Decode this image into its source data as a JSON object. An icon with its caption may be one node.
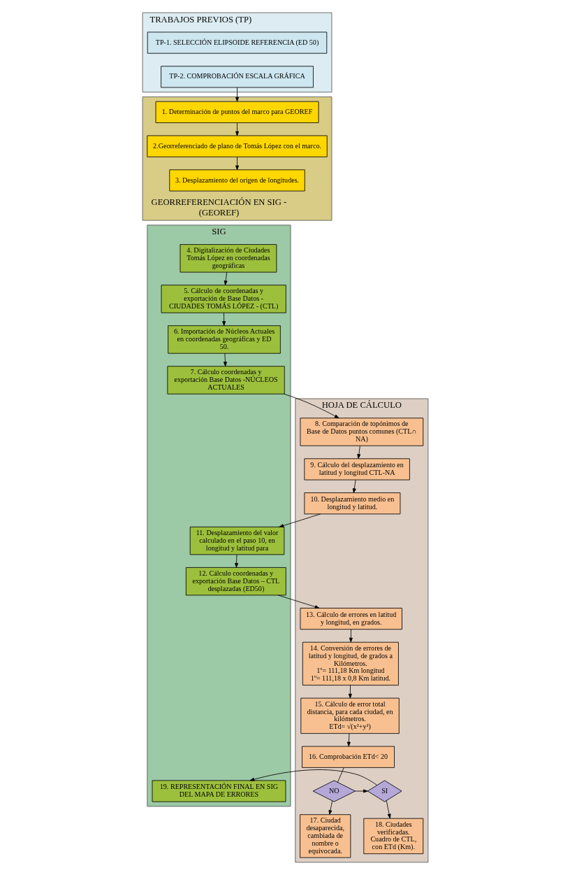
{
  "diagram": {
    "nodes": [
      {
        "text": [
          "TRABAJOS PREVIOS (TP)"
        ]
      },
      {
        "text": [
          "TP-1. SELECCIÓN ELIPSOIDE REFERENCIA (ED 50)"
        ],
        "in": 0
      },
      {
        "text": [
          "TP-2. COMPROBACIÓN ESCALA GRÁFICA"
        ],
        "in": 0
      },
      {
        "text": [
          "GEORREFERENCIACIÓN EN SIG - (GEOREF)"
        ]
      },
      {
        "text": [
          "1. Determinación de puntos del marco para GEOREF"
        ],
        "in": 3
      },
      {
        "text": [
          "2.Georreferenciado de plano de Tomás López con el marco."
        ],
        "in": 3
      },
      {
        "text": [
          "3. Desplazamiento del origen de longitudes."
        ],
        "in": 3
      },
      {
        "text": [
          "SIG"
        ]
      },
      {
        "text": [
          "4. Digitalización de Ciudades Tomás López en coordenadas geográficas"
        ],
        "in": 7
      },
      {
        "text": [
          "5. Cálculo de coordenadas y exportación de Base Datos - CIUDADES TOMÁS LÓPEZ - (CTL)"
        ],
        "in": 7
      },
      {
        "text": [
          "6. Importación de Núcleos Actuales en coordenadas geográficas y ED 50."
        ],
        "in": 7
      },
      {
        "text": [
          "7. Cálculo coordenadas y exportación Base Datos -NÚCLEOS ACTUALES"
        ],
        "in": 7
      },
      {
        "text": [
          "11. Desplazamiento del valor calculado en el paso 10, en longitud y latitud para"
        ],
        "in": 7
      },
      {
        "text": [
          "12. Cálculo coordenadas y exportación Base Datos – CTL desplazadas (ED50)"
        ],
        "in": 7
      },
      {
        "text": [
          "19. REPRESENTACIÓN FINAL EN SIG DEL MAPA DE ERRORES"
        ],
        "in": 7
      },
      {
        "text": [
          "HOJA DE CÁLCULO"
        ]
      },
      {
        "text": [
          "8. Comparación de topónimos de Base de Datos puntos comunes (CTL∩ NA)"
        ],
        "in": 15
      },
      {
        "text": [
          "9. Cálculo del desplazamiento en latitud y longitud CTL-NA"
        ],
        "in": 15
      },
      {
        "text": [
          "10. Desplazamiento medio en longitud y latitud."
        ],
        "in": 15
      },
      {
        "text": [
          "13. Cálculo de errores en latitud y longitud, en grados."
        ],
        "in": 15
      },
      {
        "text": [
          "14. Conversión de errores de latitud y longitud, de grados a Kilómetros.",
          "1º= 111,18 Km longitud",
          "1º= 111,18 x 0,8 Km latitud."
        ],
        "in": 15
      },
      {
        "text": [
          "15. Cálculo de error total distancia, para cada ciudad, en kilómetros.",
          "ETd= √(x²+y²)"
        ],
        "in": 15
      },
      {
        "text": [
          "16. Comprobación ETd< 20"
        ],
        "in": 15
      },
      {
        "text": [
          "SI"
        ],
        "in": 15
      },
      {
        "text": [
          "NO"
        ],
        "in": 15
      },
      {
        "text": [
          "18. Ciudades verificadas. Cuadro de CTL, con ETd (Km)."
        ],
        "in": 15
      },
      {
        "text": [
          "17. Ciudad desaparecida, cambiada de nombre o equivocada."
        ],
        "in": 15
      }
    ],
    "edges": [
      {
        "from": 2,
        "to": 4,
        "arrow": "to"
      },
      {
        "from": 4,
        "to": 5,
        "arrow": "to"
      },
      {
        "from": 5,
        "to": 6,
        "arrow": "to"
      },
      {
        "from": 8,
        "to": 9,
        "arrow": "to"
      },
      {
        "from": 9,
        "to": 10,
        "arrow": "to"
      },
      {
        "from": 10,
        "to": 11,
        "arrow": "to"
      },
      {
        "from": 11,
        "to": 16,
        "arrow": "to"
      },
      {
        "from": 16,
        "to": 17,
        "arrow": "to"
      },
      {
        "from": 17,
        "to": 18,
        "arrow": "to"
      },
      {
        "from": 18,
        "to": 12,
        "arrow": "to"
      },
      {
        "from": 12,
        "to": 13,
        "arrow": "to"
      },
      {
        "from": 13,
        "to": 19,
        "arrow": "to"
      },
      {
        "from": 19,
        "to": 20,
        "arrow": "to"
      },
      {
        "from": 20,
        "to": 21,
        "arrow": "to"
      },
      {
        "from": 21,
        "to": 22,
        "arrow": "to"
      },
      {
        "from": 22,
        "to": 24,
        "arrow": "none"
      },
      {
        "from": 24,
        "to": 23,
        "arrow": "to"
      },
      {
        "from": 23,
        "to": 14,
        "arrow": "to"
      },
      {
        "from": 23,
        "to": 25,
        "arrow": "to"
      },
      {
        "from": 24,
        "to": 26,
        "arrow": "to"
      }
    ]
  }
}
